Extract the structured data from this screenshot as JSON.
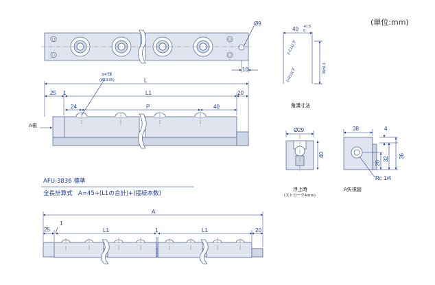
{
  "unit_label": "(単位:mm)",
  "top_view": {
    "dia_hole": "Ø9",
    "dim_10": "10"
  },
  "front_view": {
    "ball_size": "3/4\"球",
    "ball_dia": "(Ø19.05)",
    "dim_L": "L",
    "dim_25": "25",
    "dim_1": "1",
    "dim_L1": "L1",
    "dim_20": "20",
    "dim_24": "24",
    "dim_P": "P",
    "dim_40": "40",
    "view_a": "A視"
  },
  "side_section": {
    "dim_40": "40",
    "dim_40_tol": "+0.5\n0",
    "chamfer_top": "2-C1以下",
    "chamfer_bot": "2-R1以下",
    "dim_38": "38±0.1",
    "caption": "角溝寸法"
  },
  "float_view": {
    "dim_dia29": "Ø29",
    "dim_40": "40",
    "caption_1": "浮上時",
    "caption_2": "(ストローク4mm)"
  },
  "a_view": {
    "dim_38": "38",
    "dim_4": "4",
    "dim_20": "20",
    "dim_32": "32",
    "dim_36": "36",
    "port": "Rc 1/4",
    "caption": "A矢視図"
  },
  "formula": {
    "model": "AFU-3836 標準",
    "text": "全長計算式　A=45+(L1の合計)+(接続本数)"
  },
  "assembly": {
    "dim_A": "A",
    "dim_25": "25",
    "dim_1a": "1",
    "dim_L1a": "L1",
    "dim_1b": "1",
    "dim_L1b": "L1",
    "dim_20": "20"
  }
}
